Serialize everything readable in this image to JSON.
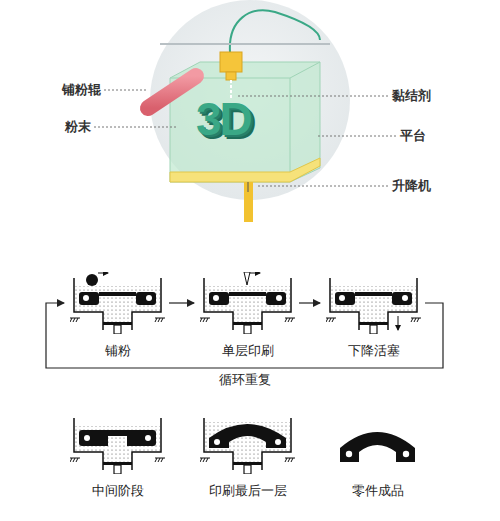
{
  "diagram": {
    "nodes": [
      {
        "text": [
          "铺粉"
        ]
      },
      {
        "text": [
          "单层印刷"
        ]
      },
      {
        "text": [
          "下降活塞"
        ]
      },
      {
        "text": [
          "中间阶段"
        ]
      },
      {
        "text": [
          "印刷最后一层"
        ]
      },
      {
        "text": [
          "零件成品"
        ]
      }
    ],
    "edges": [
      {
        "from": 0,
        "to": 1,
        "arrow": "to"
      },
      {
        "from": 1,
        "to": 2,
        "arrow": "to"
      },
      {
        "from": 2,
        "to": 0,
        "arrow": "to",
        "label": "循环重复"
      }
    ],
    "labels": [
      "铺粉辊",
      "粉末",
      "黏结剂",
      "平台",
      "升降机",
      "3D"
    ]
  }
}
